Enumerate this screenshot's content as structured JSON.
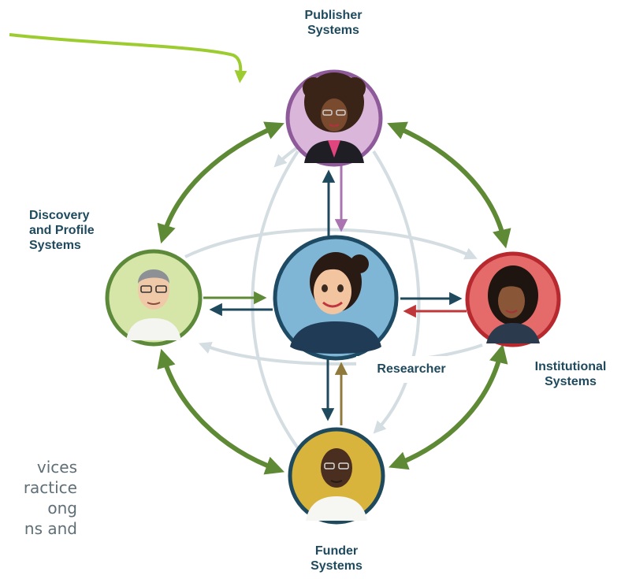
{
  "diagram": {
    "nodes": {
      "publisher": {
        "label_line1": "Publisher",
        "label_line2": "Systems",
        "ring_color": "#8e5a9a",
        "fill_color": "#d9b6da",
        "avatar": "woman-curly-hair-avatar"
      },
      "discovery": {
        "label_line1": "Discovery",
        "label_line2": "and Profile",
        "label_line3": "Systems",
        "ring_color": "#5c8a3a",
        "fill_color": "#d6e6a8",
        "avatar": "man-gray-hair-avatar"
      },
      "researcher": {
        "label": "Researcher",
        "ring_color": "#1e4b63",
        "fill_color": "#7fb6d6",
        "avatar": "woman-dark-hair-avatar"
      },
      "institutional": {
        "label_line1": "Institutional",
        "label_line2": "Systems",
        "ring_color": "#b8292f",
        "fill_color": "#e56a6a",
        "avatar": "woman-wavy-hair-avatar"
      },
      "funder": {
        "label_line1": "Funder",
        "label_line2": "Systems",
        "ring_color": "#1f4a5e",
        "fill_color": "#d9b43c",
        "avatar": "man-bald-avatar"
      }
    },
    "colors": {
      "outer_arrows": "#5f8a35",
      "researcher_arrows": "#1f4a5e",
      "publisher_return_arrow": "#a974b0",
      "institutional_return_arrow": "#c0373a",
      "funder_return_arrow": "#8f7a3c",
      "discovery_return_arrow": "#5f8a35",
      "background_arcs": "#d4dde1",
      "pointer_arrow": "#9ccc2f"
    }
  },
  "side_text": {
    "lines": [
      "vices",
      "ractice",
      "ong",
      "ns and"
    ]
  }
}
